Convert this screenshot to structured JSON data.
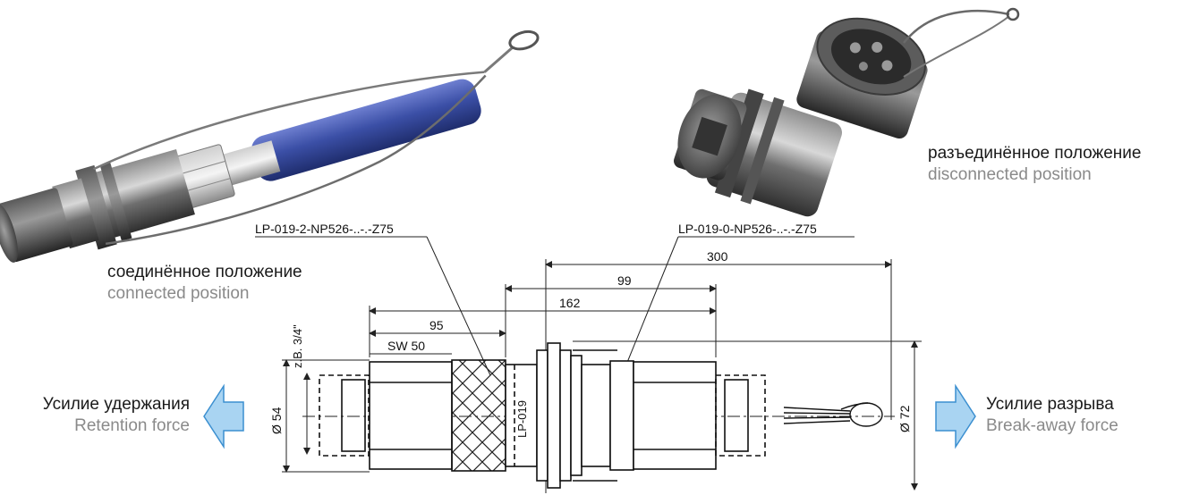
{
  "photo_left": {
    "caption_ru": "соединённое положение",
    "caption_en": "connected position"
  },
  "photo_right": {
    "caption_ru": "разъединённое положение",
    "caption_en": "disconnected position"
  },
  "drawing": {
    "part_left": "LP-019-2-NP526-..-.-Z75",
    "part_right": "LP-019-0-NP526-..-.-Z75",
    "dim_300": "300",
    "dim_99": "99",
    "dim_162": "162",
    "dim_95": "95",
    "wrench_size": "SW 50",
    "thread": "z.B. 3/4\"",
    "dia_54": "Ø 54",
    "dia_72": "Ø 72",
    "body_marking": "LP-019"
  },
  "forces": {
    "retention_ru": "Усилие удержания",
    "retention_en": "Retention force",
    "breakaway_ru": "Усилие разрыва",
    "breakaway_en": "Break-away force"
  },
  "colors": {
    "arrow_fill": "#a9d4f2",
    "arrow_stroke": "#3b8fd0",
    "sleeve_blue": "#3b4fa6",
    "metal_dark": "#4a4a4a",
    "metal_light": "#b9b9b9"
  }
}
